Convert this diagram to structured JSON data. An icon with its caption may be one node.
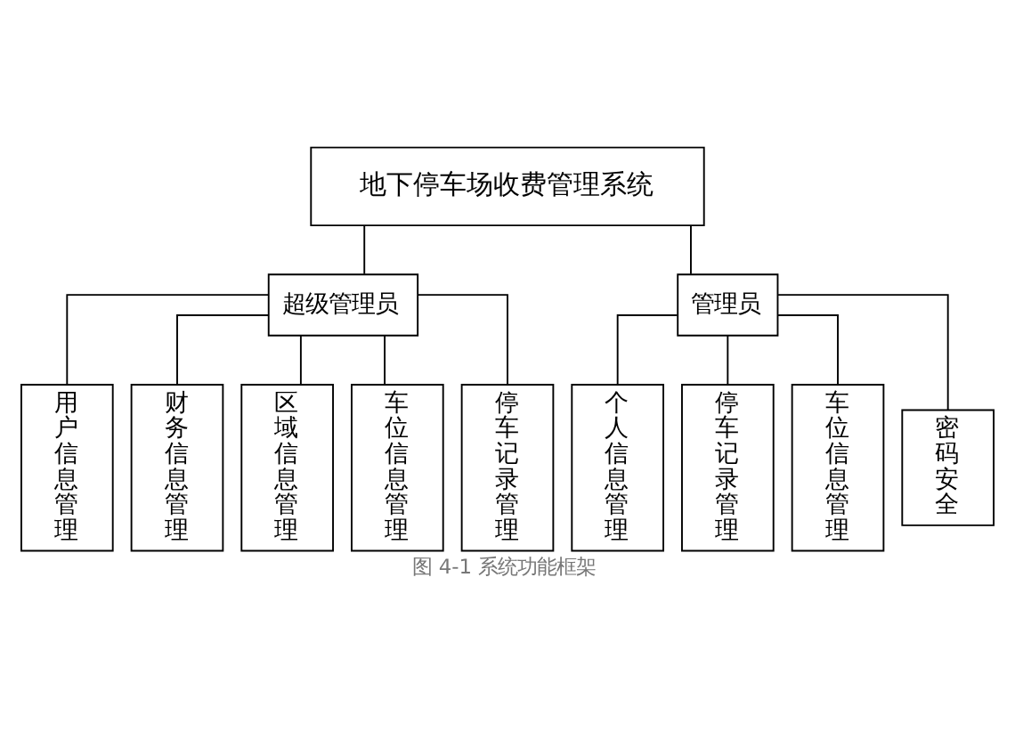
{
  "diagram": {
    "caption": "图 4-1 系统功能框架",
    "nodes": [
      {
        "text": [
          "地下停车场收费管理系统"
        ]
      },
      {
        "text": [
          "超级管理员"
        ]
      },
      {
        "text": [
          "管理员"
        ]
      },
      {
        "text": [
          "用户信息管理"
        ]
      },
      {
        "text": [
          "财务信息管理"
        ]
      },
      {
        "text": [
          "区域信息管理"
        ]
      },
      {
        "text": [
          "车位信息管理"
        ]
      },
      {
        "text": [
          "停车记录管理"
        ]
      },
      {
        "text": [
          "个人信息管理"
        ]
      },
      {
        "text": [
          "停车记录管理"
        ]
      },
      {
        "text": [
          "车位信息管理"
        ]
      },
      {
        "text": [
          "密码安全"
        ]
      }
    ],
    "edges": [
      {
        "from": 0,
        "to": 1,
        "arrow": "none"
      },
      {
        "from": 0,
        "to": 2,
        "arrow": "none"
      },
      {
        "from": 1,
        "to": 3,
        "arrow": "none"
      },
      {
        "from": 1,
        "to": 4,
        "arrow": "none"
      },
      {
        "from": 1,
        "to": 5,
        "arrow": "none"
      },
      {
        "from": 1,
        "to": 6,
        "arrow": "none"
      },
      {
        "from": 1,
        "to": 7,
        "arrow": "none"
      },
      {
        "from": 2,
        "to": 8,
        "arrow": "none"
      },
      {
        "from": 2,
        "to": 9,
        "arrow": "none"
      },
      {
        "from": 2,
        "to": 10,
        "arrow": "none"
      },
      {
        "from": 2,
        "to": 11,
        "arrow": "none"
      }
    ]
  }
}
